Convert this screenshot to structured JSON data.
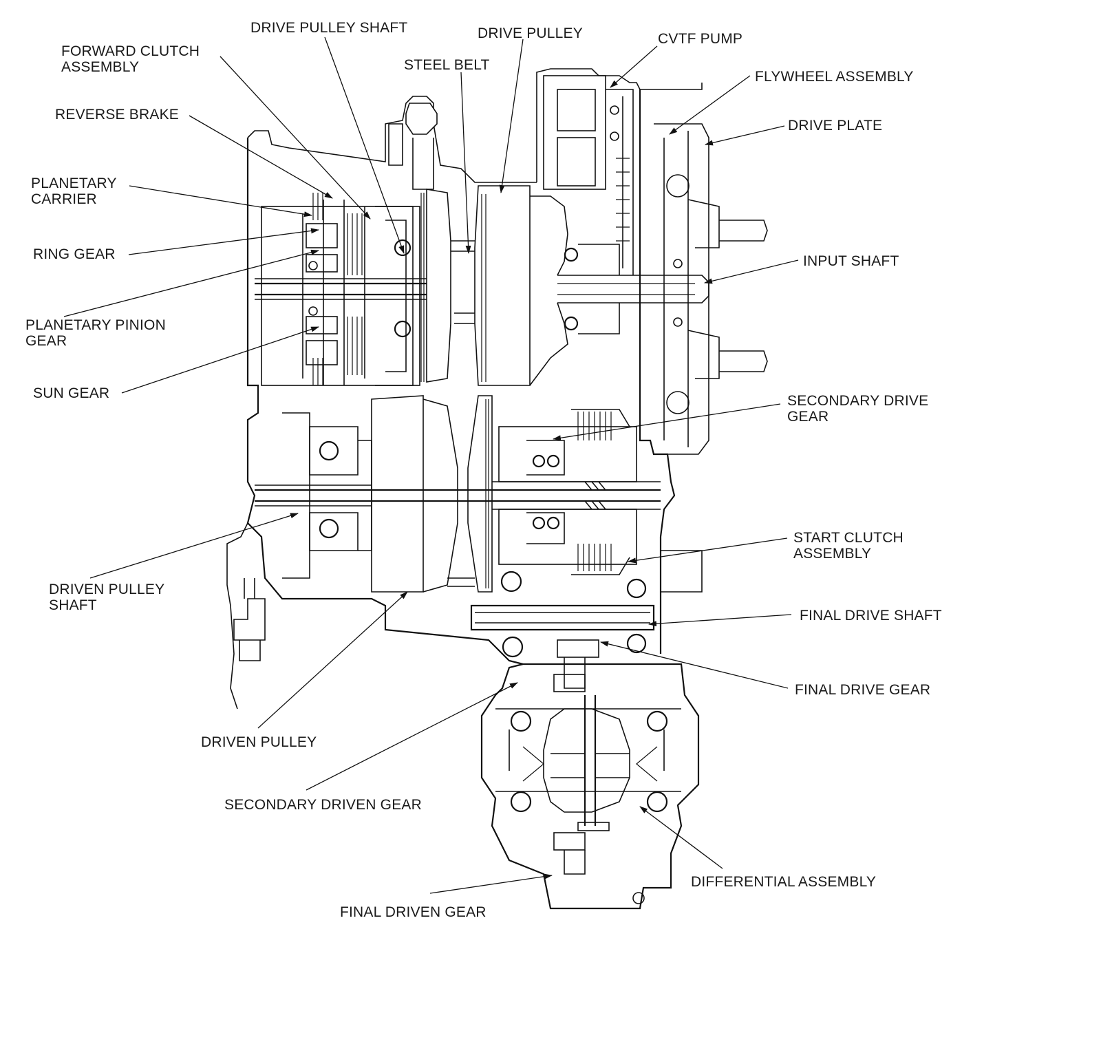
{
  "labels": {
    "drive_pulley_shaft": "DRIVE PULLEY SHAFT",
    "drive_pulley": "DRIVE PULLEY",
    "cvtf_pump": "CVTF PUMP",
    "forward_clutch_1": "FORWARD CLUTCH",
    "forward_clutch_2": "ASSEMBLY",
    "steel_belt": "STEEL BELT",
    "flywheel_assembly": "FLYWHEEL ASSEMBLY",
    "reverse_brake": "REVERSE BRAKE",
    "drive_plate": "DRIVE PLATE",
    "planetary_carrier_1": "PLANETARY",
    "planetary_carrier_2": "CARRIER",
    "ring_gear": "RING GEAR",
    "input_shaft": "INPUT SHAFT",
    "planetary_pinion_1": "PLANETARY PINION",
    "planetary_pinion_2": "GEAR",
    "sun_gear": "SUN GEAR",
    "secondary_drive_1": "SECONDARY DRIVE",
    "secondary_drive_2": "GEAR",
    "start_clutch_1": "START CLUTCH",
    "start_clutch_2": "ASSEMBLY",
    "driven_pulley_shaft_1": "DRIVEN PULLEY",
    "driven_pulley_shaft_2": "SHAFT",
    "final_drive_shaft": "FINAL DRIVE SHAFT",
    "final_drive_gear": "FINAL DRIVE GEAR",
    "driven_pulley": "DRIVEN PULLEY",
    "secondary_driven_gear": "SECONDARY DRIVEN GEAR",
    "differential_assembly": "DIFFERENTIAL ASSEMBLY",
    "final_driven_gear": "FINAL DRIVEN GEAR"
  }
}
